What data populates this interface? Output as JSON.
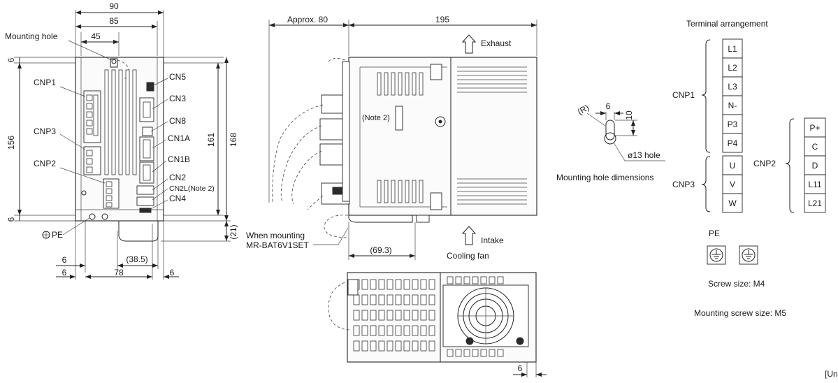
{
  "front_view": {
    "dims": {
      "total_width": "90",
      "width_85": "85",
      "width_45": "45",
      "top_margin": "6",
      "height_156": "156",
      "bottom_margin": "6",
      "height_161": "161",
      "height_168": "168",
      "dim_21": "(21)",
      "dim_38_5": "(38.5)",
      "left_6a": "6",
      "left_6b": "6",
      "width_78": "78",
      "right_6": "6"
    },
    "labels": {
      "mounting_hole": "Mounting hole",
      "cnp1": "CNP1",
      "cnp3": "CNP3",
      "cnp2": "CNP2",
      "pe": "PE",
      "cn5": "CN5",
      "cn3": "CN3",
      "cn8": "CN8",
      "cn1a": "CN1A",
      "cn1b": "CN1B",
      "cn2": "CN2",
      "cn2l": "CN2L(Note 2)",
      "cn4": "CN4"
    }
  },
  "side_view": {
    "dims": {
      "approx": "Approx. 80",
      "depth": "195",
      "dim_69_3": "(69.3)"
    },
    "labels": {
      "exhaust": "Exhaust",
      "intake": "Intake",
      "cooling_fan": "Cooling fan",
      "note2": "(Note 2)",
      "when_mounting_line1": "When mounting",
      "when_mounting_line2": "MR-BAT6V1SET"
    }
  },
  "bottom_view": {
    "dims": {
      "right_6": "6"
    }
  },
  "mounting_hole_detail": {
    "title": "Mounting hole dimensions",
    "radius": "(R)",
    "width": "6",
    "height": "10",
    "hole": "ø13 hole"
  },
  "terminal_arrangement": {
    "title": "Terminal arrangement",
    "cnp1_label": "CNP1",
    "cnp1": [
      "L1",
      "L2",
      "L3",
      "N-",
      "P3",
      "P4"
    ],
    "cnp3_label": "CNP3",
    "cnp3": [
      "U",
      "V",
      "W"
    ],
    "cnp2_label": "CNP2",
    "cnp2": [
      "P+",
      "C",
      "D",
      "L11",
      "L21"
    ],
    "pe_label": "PE",
    "screw_size": "Screw size: M4",
    "mounting_screw": "Mounting screw size: M5"
  },
  "units_label": "[Un"
}
